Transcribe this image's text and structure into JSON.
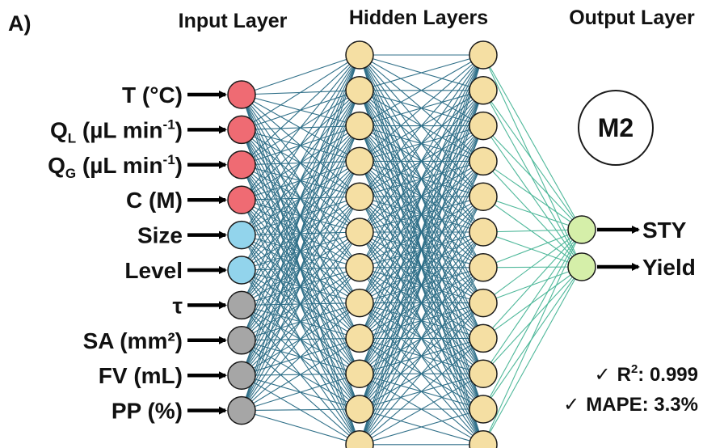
{
  "panel_label": "A)",
  "headers": {
    "input": "Input Layer",
    "hidden": "Hidden Layers",
    "output": "Output Layer"
  },
  "inputs": [
    {
      "main": "T (°C)",
      "sub": "",
      "sup": "",
      "rest": "",
      "color": "#ef6b73"
    },
    {
      "main": "Q",
      "sub": "L",
      "sup": "-1",
      "rest": " (µL min",
      "color": "#ef6b73"
    },
    {
      "main": "Q",
      "sub": "G",
      "sup": "-1",
      "rest": " (µL min",
      "color": "#ef6b73"
    },
    {
      "main": "C (M)",
      "sub": "",
      "sup": "",
      "rest": "",
      "color": "#ef6b73"
    },
    {
      "main": "Size",
      "sub": "",
      "sup": "",
      "rest": "",
      "color": "#92d4ec"
    },
    {
      "main": "Level",
      "sub": "",
      "sup": "",
      "rest": "",
      "color": "#92d4ec"
    },
    {
      "main": "τ",
      "sub": "",
      "sup": "",
      "rest": "",
      "color": "#a6a6a6"
    },
    {
      "main": "SA (mm²)",
      "sub": "",
      "sup": "",
      "rest": "",
      "color": "#a6a6a6"
    },
    {
      "main": "FV (mL)",
      "sub": "",
      "sup": "",
      "rest": "",
      "color": "#a6a6a6"
    },
    {
      "main": "PP (%)",
      "sub": "",
      "sup": "",
      "rest": "",
      "color": "#a6a6a6"
    }
  ],
  "hidden_layers": [
    {
      "node_count": 12,
      "color": "#f5dfa3"
    },
    {
      "node_count": 12,
      "color": "#f5dfa3"
    }
  ],
  "outputs": [
    {
      "label": "STY",
      "color": "#d5efa9"
    },
    {
      "label": "Yield",
      "color": "#d5efa9"
    }
  ],
  "model_badge": "M2",
  "metrics": [
    {
      "check": "✓",
      "name": "R",
      "sup": "2",
      "value": ": 0.999"
    },
    {
      "check": "✓",
      "name": "MAPE",
      "sup": "",
      "value": ": 3.3%"
    }
  ],
  "colors": {
    "connection_hidden": "#2f6f88",
    "connection_output": "#4fb89a",
    "arrow": "#000000",
    "node_stroke": "#1a1a1a"
  }
}
